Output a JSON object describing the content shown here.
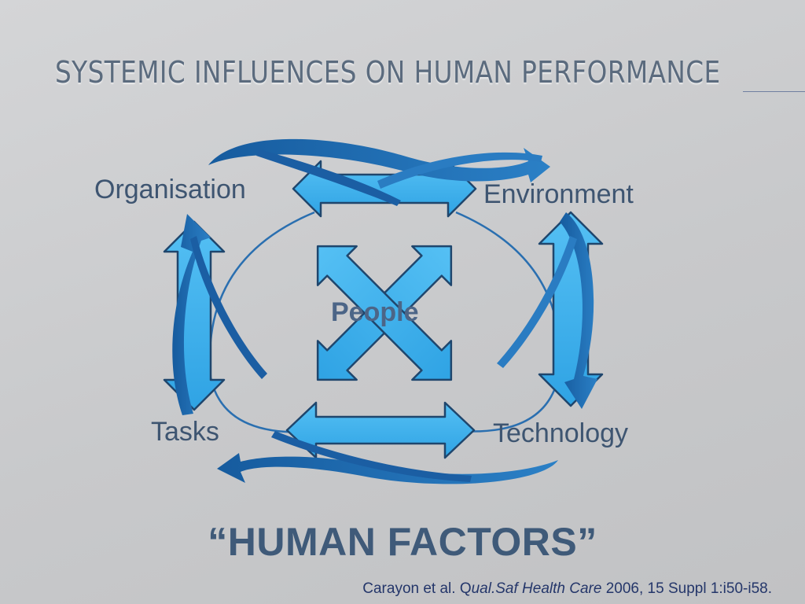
{
  "slide": {
    "title": "SYSTEMIC INFLUENCES ON HUMAN PERFORMANCE"
  },
  "diagram": {
    "nodes": {
      "organisation": "Organisation",
      "environment": "Environment",
      "tasks": "Tasks",
      "technology": "Technology"
    },
    "center": "People"
  },
  "headline": "“HUMAN FACTORS”",
  "citation": {
    "author": "Carayon et al. Q",
    "journal": "ual.Saf Health Care",
    "details": " 2006, 15 Suppl 1:i50-i58."
  },
  "colors": {
    "arrow_fill": "#3fb0ec",
    "arrow_stroke": "#1f466d",
    "swoosh": "#1a62a8",
    "swoosh_light": "#2f86cc",
    "title": "#5b6b7e",
    "label": "#3e5571"
  },
  "icons": [
    "double-arrow-icon",
    "curved-arrow-icon",
    "cross-arrow-icon"
  ]
}
